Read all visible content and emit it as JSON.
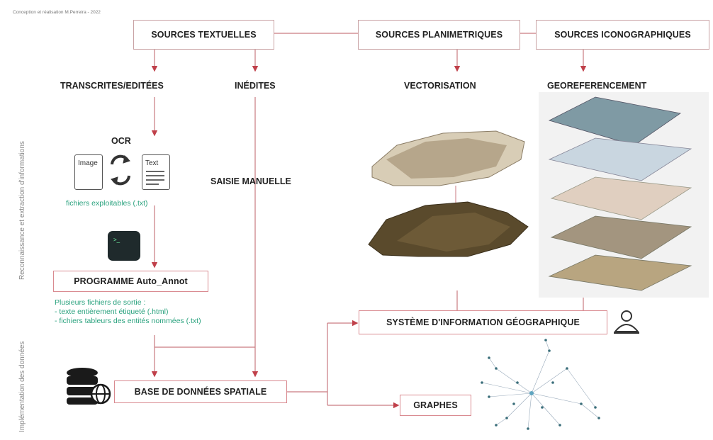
{
  "credit": "Conception et réalisation M.Perreira - 2022",
  "side_labels": {
    "upper": "Reconnaissance et extraction d'informations",
    "lower": "Implémentation des données"
  },
  "sources": {
    "textuelles": "SOURCES TEXTUELLES",
    "planimetriques": "SOURCES PLANIMETRIQUES",
    "iconographiques": "SOURCES ICONOGRAPHIQUES"
  },
  "steps": {
    "transcrites": "TRANSCRITES/EDITÉES",
    "inedites": "INÉDITES",
    "vectorisation": "VECTORISATION",
    "georef": "GEOREFERENCEMENT",
    "ocr": "OCR",
    "saisie": "SAISIE MANUELLE"
  },
  "doc_icons": {
    "image": "Image",
    "text": "Text"
  },
  "fichiers_exploitables": "fichiers exploitables (.txt)",
  "programme": "PROGRAMME Auto_Annot",
  "sortie": {
    "line1": "Plusieurs fichiers de sortie :",
    "line2": "- texte entièrement étiqueté (.html)",
    "line3": "- fichiers tableurs des entités nommées (.txt)"
  },
  "base": "BASE DE DONNÉES SPATIALE",
  "sig": "SYSTÈME D'INFORMATION GÉOGRAPHIQUE",
  "graphes": "GRAPHES",
  "colors": {
    "arrow": "#c0404a",
    "line": "#c97a80",
    "green": "#2aa27e"
  }
}
